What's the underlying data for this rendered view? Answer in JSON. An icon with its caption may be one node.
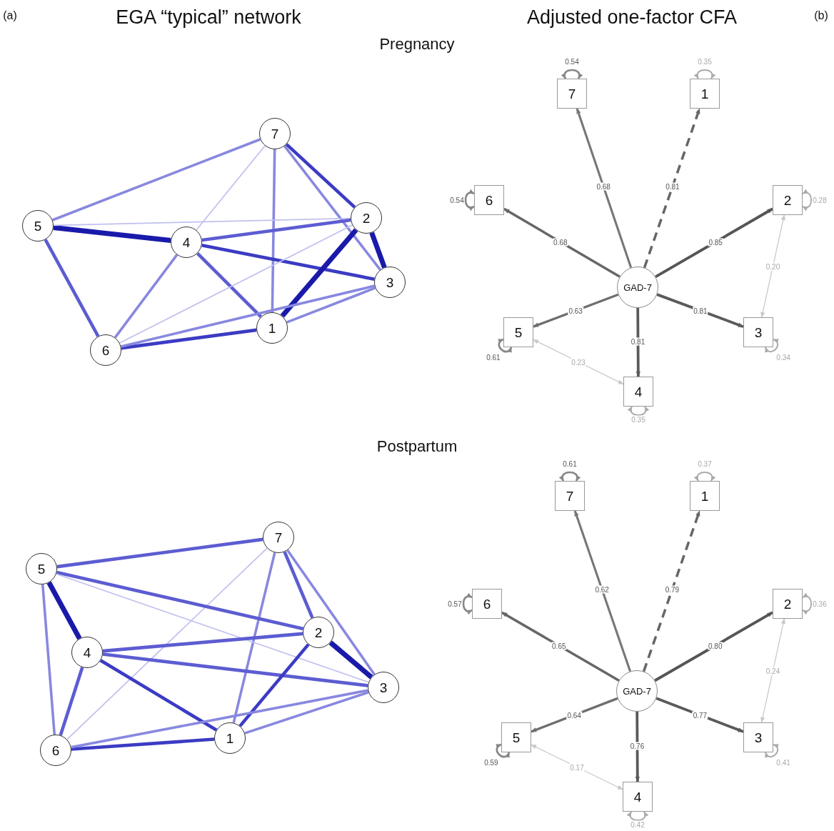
{
  "diagram": {
    "nodes": [
      {
        "text": [
          "7"
        ]
      },
      {
        "text": [
          "5"
        ]
      },
      {
        "text": [
          "4"
        ]
      },
      {
        "text": [
          "2"
        ]
      },
      {
        "text": [
          "3"
        ]
      },
      {
        "text": [
          "1"
        ]
      },
      {
        "text": [
          "6"
        ]
      },
      {
        "text": [
          "7"
        ]
      },
      {
        "text": [
          "1"
        ]
      },
      {
        "text": [
          "6"
        ]
      },
      {
        "text": [
          "2"
        ]
      },
      {
        "text": [
          "GAD-7"
        ]
      },
      {
        "text": [
          "5"
        ]
      },
      {
        "text": [
          "3"
        ]
      },
      {
        "text": [
          "4"
        ]
      },
      {
        "text": [
          "7"
        ]
      },
      {
        "text": [
          "5"
        ]
      },
      {
        "text": [
          "2"
        ]
      },
      {
        "text": [
          "4"
        ]
      },
      {
        "text": [
          "3"
        ]
      },
      {
        "text": [
          "1"
        ]
      },
      {
        "text": [
          "6"
        ]
      },
      {
        "text": [
          "7"
        ]
      },
      {
        "text": [
          "1"
        ]
      },
      {
        "text": [
          "6"
        ]
      },
      {
        "text": [
          "2"
        ]
      },
      {
        "text": [
          "GAD-7"
        ]
      },
      {
        "text": [
          "5"
        ]
      },
      {
        "text": [
          "3"
        ]
      },
      {
        "text": [
          "4"
        ]
      }
    ],
    "edges": [
      {
        "from": 0,
        "to": 1,
        "arrow": "none",
        "color": "#8888e0"
      },
      {
        "from": 0,
        "to": 2,
        "arrow": "none",
        "color": "#c0c0f0"
      },
      {
        "from": 0,
        "to": 5,
        "arrow": "none",
        "color": "#8888e0"
      },
      {
        "from": 0,
        "to": 3,
        "arrow": "none",
        "color": "#3b3bc4"
      },
      {
        "from": 0,
        "to": 4,
        "arrow": "none",
        "color": "#8888e0"
      },
      {
        "from": 1,
        "to": 2,
        "arrow": "none",
        "style": "thick",
        "color": "#1a1aaa"
      },
      {
        "from": 1,
        "to": 3,
        "arrow": "none",
        "color": "#c0c0f0"
      },
      {
        "from": 1,
        "to": 6,
        "arrow": "none",
        "color": "#5c5cd2"
      },
      {
        "from": 2,
        "to": 3,
        "arrow": "none",
        "color": "#5c5cd2"
      },
      {
        "from": 2,
        "to": 4,
        "arrow": "none",
        "color": "#3b3bc4"
      },
      {
        "from": 2,
        "to": 5,
        "arrow": "none",
        "color": "#5c5cd2"
      },
      {
        "from": 2,
        "to": 6,
        "arrow": "none",
        "color": "#8888e0"
      },
      {
        "from": 3,
        "to": 4,
        "arrow": "none",
        "style": "thick",
        "color": "#1a1aaa"
      },
      {
        "from": 3,
        "to": 5,
        "arrow": "none",
        "style": "thick",
        "color": "#1a1aaa"
      },
      {
        "from": 3,
        "to": 6,
        "arrow": "none",
        "color": "#c0c0f0"
      },
      {
        "from": 5,
        "to": 6,
        "arrow": "none",
        "color": "#3b3bc4"
      },
      {
        "from": 5,
        "to": 4,
        "arrow": "none",
        "color": "#8888e0"
      },
      {
        "from": 6,
        "to": 4,
        "arrow": "none",
        "color": "#8888e0"
      },
      {
        "from": 11,
        "to": 7,
        "arrow": "to",
        "label": "0.68",
        "color": "#777777"
      },
      {
        "from": 11,
        "to": 8,
        "arrow": "to",
        "label": "0.81",
        "style": "dashed",
        "color": "#666666"
      },
      {
        "from": 11,
        "to": 9,
        "arrow": "to",
        "label": "0.68",
        "color": "#666666"
      },
      {
        "from": 11,
        "to": 10,
        "arrow": "to",
        "label": "0.85",
        "color": "#555555"
      },
      {
        "from": 11,
        "to": 12,
        "arrow": "to",
        "label": "0.63",
        "color": "#6e6e6e"
      },
      {
        "from": 11,
        "to": 13,
        "arrow": "to",
        "label": "0.81",
        "color": "#5a5a5a"
      },
      {
        "from": 11,
        "to": 14,
        "arrow": "to",
        "label": "0.81",
        "color": "#5a5a5a"
      },
      {
        "from": 10,
        "to": 13,
        "arrow": "both",
        "label": "0.20",
        "color": "#c8c8c8"
      },
      {
        "from": 12,
        "to": 14,
        "arrow": "both",
        "label": "0.23",
        "color": "#c8c8c8"
      },
      {
        "from": 7,
        "to": 7,
        "arrow": "both",
        "label": "0.54",
        "color": "#888888"
      },
      {
        "from": 8,
        "to": 8,
        "arrow": "both",
        "label": "0.35",
        "color": "#aaaaaa"
      },
      {
        "from": 9,
        "to": 9,
        "arrow": "both",
        "label": "0.54",
        "color": "#888888"
      },
      {
        "from": 10,
        "to": 10,
        "arrow": "both",
        "label": "0.28",
        "color": "#aaaaaa"
      },
      {
        "from": 12,
        "to": 12,
        "arrow": "both",
        "label": "0.61",
        "color": "#888888"
      },
      {
        "from": 13,
        "to": 13,
        "arrow": "both",
        "label": "0.34",
        "color": "#aaaaaa"
      },
      {
        "from": 14,
        "to": 14,
        "arrow": "both",
        "label": "0.35",
        "color": "#aaaaaa"
      },
      {
        "from": 15,
        "to": 16,
        "arrow": "none",
        "color": "#5c5cd2"
      },
      {
        "from": 15,
        "to": 21,
        "arrow": "none",
        "color": "#c0c0f0"
      },
      {
        "from": 15,
        "to": 20,
        "arrow": "none",
        "color": "#8888e0"
      },
      {
        "from": 15,
        "to": 17,
        "arrow": "none",
        "color": "#5c5cd2"
      },
      {
        "from": 15,
        "to": 19,
        "arrow": "none",
        "color": "#8888e0"
      },
      {
        "from": 16,
        "to": 17,
        "arrow": "none",
        "color": "#5c5cd2"
      },
      {
        "from": 16,
        "to": 19,
        "arrow": "none",
        "color": "#c0c0f0"
      },
      {
        "from": 16,
        "to": 18,
        "arrow": "none",
        "style": "thick",
        "color": "#1a1aaa"
      },
      {
        "from": 16,
        "to": 21,
        "arrow": "none",
        "color": "#8888e0"
      },
      {
        "from": 18,
        "to": 17,
        "arrow": "none",
        "color": "#5c5cd2"
      },
      {
        "from": 18,
        "to": 19,
        "arrow": "none",
        "color": "#5c5cd2"
      },
      {
        "from": 18,
        "to": 20,
        "arrow": "none",
        "color": "#3b3bc4"
      },
      {
        "from": 18,
        "to": 21,
        "arrow": "none",
        "color": "#5c5cd2"
      },
      {
        "from": 17,
        "to": 19,
        "arrow": "none",
        "style": "thick",
        "color": "#1a1aaa"
      },
      {
        "from": 17,
        "to": 20,
        "arrow": "none",
        "color": "#3b3bc4"
      },
      {
        "from": 20,
        "to": 21,
        "arrow": "none",
        "color": "#3b3bc4"
      },
      {
        "from": 20,
        "to": 19,
        "arrow": "none",
        "color": "#8888e0"
      },
      {
        "from": 21,
        "to": 19,
        "arrow": "none",
        "color": "#8888e0"
      },
      {
        "from": 26,
        "to": 22,
        "arrow": "to",
        "label": "0.62",
        "color": "#777777"
      },
      {
        "from": 26,
        "to": 23,
        "arrow": "to",
        "label": "0.79",
        "style": "dashed",
        "color": "#666666"
      },
      {
        "from": 26,
        "to": 24,
        "arrow": "to",
        "label": "0.65",
        "color": "#666666"
      },
      {
        "from": 26,
        "to": 25,
        "arrow": "to",
        "label": "0.80",
        "color": "#555555"
      },
      {
        "from": 26,
        "to": 27,
        "arrow": "to",
        "label": "0.64",
        "color": "#6e6e6e"
      },
      {
        "from": 26,
        "to": 28,
        "arrow": "to",
        "label": "0.77",
        "color": "#5a5a5a"
      },
      {
        "from": 26,
        "to": 29,
        "arrow": "to",
        "label": "0.76",
        "color": "#5a5a5a"
      },
      {
        "from": 25,
        "to": 28,
        "arrow": "both",
        "label": "0.24",
        "color": "#c8c8c8"
      },
      {
        "from": 27,
        "to": 29,
        "arrow": "both",
        "label": "0.17",
        "color": "#c8c8c8"
      },
      {
        "from": 22,
        "to": 22,
        "arrow": "both",
        "label": "0.61",
        "color": "#888888"
      },
      {
        "from": 23,
        "to": 23,
        "arrow": "both",
        "label": "0.37",
        "color": "#aaaaaa"
      },
      {
        "from": 24,
        "to": 24,
        "arrow": "both",
        "label": "0.57",
        "color": "#888888"
      },
      {
        "from": 25,
        "to": 25,
        "arrow": "both",
        "label": "0.36",
        "color": "#aaaaaa"
      },
      {
        "from": 27,
        "to": 27,
        "arrow": "both",
        "label": "0.59",
        "color": "#888888"
      },
      {
        "from": 28,
        "to": 28,
        "arrow": "both",
        "label": "0.41",
        "color": "#aaaaaa"
      },
      {
        "from": 29,
        "to": 29,
        "arrow": "both",
        "label": "0.42",
        "color": "#aaaaaa"
      }
    ],
    "labels": [
      "(a)",
      "EGA “typical” network",
      "Adjusted one-factor CFA",
      "(b)",
      "Pregnancy",
      "Postpartum"
    ]
  }
}
